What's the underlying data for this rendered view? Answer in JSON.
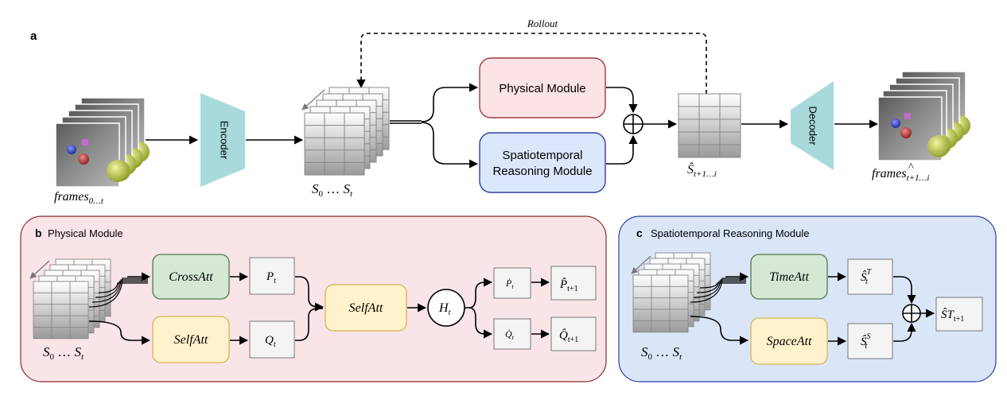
{
  "panel_a": {
    "letter": "a",
    "rollout_label": "Rollout",
    "frames_in": {
      "base": "frames",
      "sub": "0…t"
    },
    "encoder_label": "Encoder",
    "states": {
      "base": "S",
      "sub0": "0",
      "dots": " … ",
      "subt": "t"
    },
    "physical_module_label": "Physical Module",
    "st_module_label_line1": "Spatiotemporal",
    "st_module_label_line2": "Reasoning Module",
    "pred_states": {
      "base": "Ŝ",
      "sub": "t+1…i"
    },
    "decoder_label": "Decoder",
    "frames_out": {
      "base": "frames",
      "sub": "t+1…i"
    }
  },
  "panel_b": {
    "letter": "b",
    "title": "Physical Module",
    "cross_att": "CrossAtt",
    "self_att": "SelfAtt",
    "p": {
      "base": "P",
      "sub": "t"
    },
    "q": {
      "base": "Q",
      "sub": "t"
    },
    "self_att_2": "SelfAtt",
    "h": {
      "base": "H",
      "sub": "t"
    },
    "pdot": {
      "base": "Ṗ",
      "sub": "t"
    },
    "qdot": {
      "base": "Q̇",
      "sub": "t"
    },
    "phat": {
      "base": "P̂",
      "sub": "t+1"
    },
    "qhat": {
      "base": "Q̂",
      "sub": "t+1"
    },
    "states": {
      "base": "S",
      "sub0": "0",
      "dots": " … ",
      "subt": "t"
    }
  },
  "panel_c": {
    "letter": "c",
    "title": "Spatiotemporal Reasoning Module",
    "time_att": "TimeAtt",
    "space_att": "SpaceAtt",
    "st_time": {
      "base": "Ŝ",
      "sub": "t",
      "sup": "T"
    },
    "st_space": {
      "base": "Ŝ",
      "sub": "t",
      "sup": "S"
    },
    "out": {
      "base": "ŜT",
      "sub": "t+1"
    },
    "states": {
      "base": "S",
      "sub0": "0",
      "dots": " … ",
      "subt": "t"
    }
  },
  "colors": {
    "encoder": "#a8dadc",
    "physical_fill": "#fbe3e6",
    "physical_stroke": "#a33b45",
    "st_fill": "#dbe7fb",
    "st_stroke": "#2c3fa8",
    "cross_att_fill": "#d5e8d4",
    "cross_att_stroke": "#4d7a4a",
    "self_att_fill": "#fff2cc",
    "self_att_stroke": "#d6b656",
    "panel_b_fill": "#f9e4e8",
    "panel_c_fill": "#dae6f8"
  }
}
